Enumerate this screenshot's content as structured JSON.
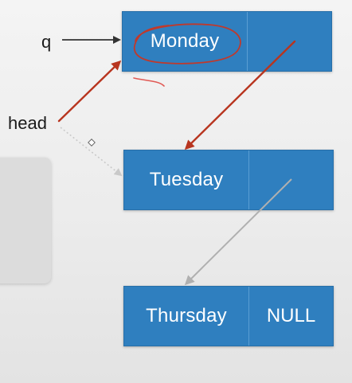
{
  "variables": {
    "q": "q",
    "head": "head"
  },
  "nodes": [
    {
      "data": "Monday",
      "next": ""
    },
    {
      "data": "Tuesday",
      "next": ""
    },
    {
      "data": "Thursday",
      "next": "NULL"
    }
  ],
  "colors": {
    "node_fill": "#2f7fbf",
    "node_text": "#ffffff",
    "annotation_red": "#c0392b",
    "pointer_dark": "#333333",
    "pointer_gray": "#b5b5b5"
  }
}
